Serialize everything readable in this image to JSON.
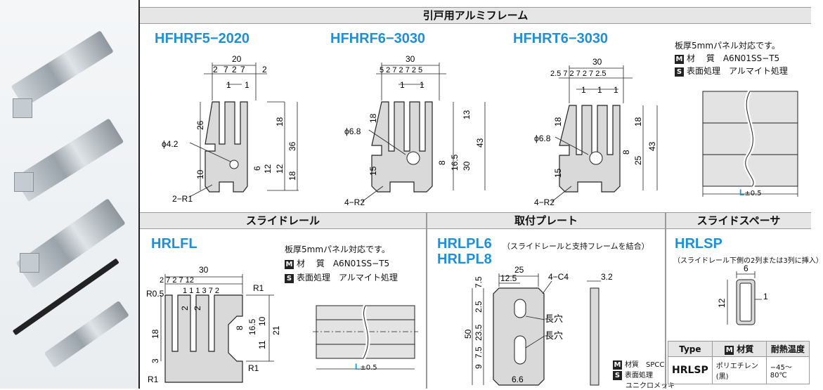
{
  "headers": {
    "frame": "引戸用アルミフレーム",
    "rail": "スライドレール",
    "plate": "取付プレート",
    "spacer": "スライドスペーサ"
  },
  "frame_models": [
    "HFHRF5−2020",
    "HFHRF6−3030",
    "HFHRT6−3030"
  ],
  "frame_note": {
    "line1": "板厚5mmパネル対応です。",
    "material_badge": "M",
    "material_label": "材　 質",
    "material_value": "A6N01SS−T5",
    "surface_badge": "S",
    "surface_label": "表面処理",
    "surface_value": "アルマイト処理"
  },
  "dims_a": {
    "w": "20",
    "t1": "2",
    "t2": "7",
    "t3": "2",
    "t4": "7",
    "t5": "2",
    "s1": "1",
    "s2": "1",
    "h26": "26",
    "h10": "10",
    "h18a": "18",
    "h36": "36",
    "h6": "6",
    "h12a": "12",
    "h12b": "12",
    "h18b": "18",
    "phi": "ϕ4.2",
    "r": "2−R1"
  },
  "dims_b": {
    "w": "30",
    "t": "5  2  7  2  7  2  5",
    "s1": "1",
    "s2": "1",
    "h18": "18",
    "h15": "15",
    "h13": "13",
    "h43": "43",
    "h8": "8",
    "h165": "16.5",
    "h30": "30",
    "phi": "ϕ6.8",
    "r": "4−R2"
  },
  "dims_c": {
    "w": "30",
    "t": "2.5  7  2  7  2  7  2.5",
    "s1": "1",
    "s2": "1",
    "s3": "1",
    "h18": "18",
    "h15": "15",
    "h8": "8",
    "h25": "25",
    "h43": "43",
    "phi": "ϕ6.8",
    "r": "4−R2"
  },
  "length_label": "L",
  "length_tol": "±0.5",
  "rail": {
    "model": "HRLFL",
    "note1": "板厚5mmパネル対応です。",
    "material_badge": "M",
    "material_label": "材　 質",
    "material_value": "A6N01SS−T5",
    "surface_badge": "S",
    "surface_label": "表面処理",
    "surface_value": "アルマイト処理",
    "w": "30",
    "top": "2  7  2  7  12",
    "small": "1  1  1  3  7  2",
    "r05": "R0.5",
    "r1a": "R1",
    "r1b": "R1",
    "r1c": "R1",
    "h18": "18",
    "h3": "3",
    "h8": "8",
    "h165": "16.5",
    "h10": "10",
    "h11": "11",
    "h21": "21",
    "s2": "2",
    "s2b": "2"
  },
  "plate": {
    "model1": "HRLPL6",
    "model2": "HRLPL8",
    "desc": "（スライドレールと支持フレームを結合）",
    "w25": "25",
    "w125": "12.5",
    "c4": "4−C4",
    "t32": "3.2",
    "h75a": "7.5",
    "h25": "2.5",
    "h235": "23.5",
    "h50": "50",
    "h75b": "7.5",
    "h9": "9",
    "w66": "6.6",
    "slot1": "長穴",
    "slot2": "長穴",
    "mat_badge": "M",
    "mat": "材質　SPCC",
    "surf_badge": "S",
    "surf": "表面処理",
    "plating": "ユニクロメッキ"
  },
  "spacer": {
    "model": "HRLSP",
    "desc": "（スライドレール下側の2列または3列に挿入）",
    "w6": "6",
    "h12": "12",
    "t1": "1",
    "table_headers": [
      "Type",
      "材質",
      "耐熱温度"
    ],
    "table_badge": "M",
    "row": [
      "HRLSP",
      "ポリエチレン(黒)",
      "−45〜80℃"
    ]
  }
}
